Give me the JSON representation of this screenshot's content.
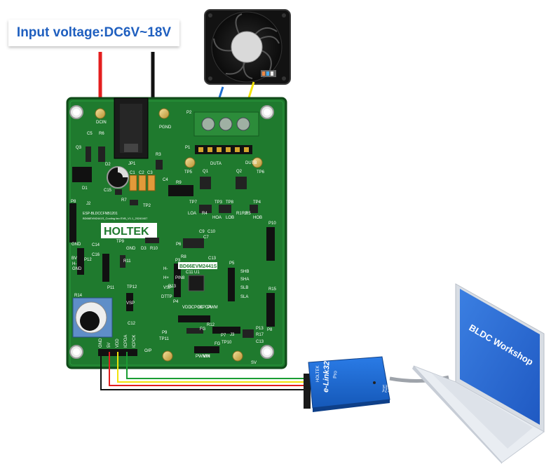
{
  "input_label": "Input voltage:DC6V~18V",
  "board": {
    "brand": "HOLTEK",
    "chip_label": "BD66EVM2441S",
    "silk_top": "ESP-BLDCCFNB1201",
    "silk_top2": "BD66EVM2441S_Cooling fan EVB_V1.1_20240407",
    "pin_labels": [
      "DCIN",
      "PGND",
      "P2",
      "P1",
      "DUTA",
      "DUTB",
      "TP5",
      "TP6",
      "Q1",
      "Q2",
      "JP1",
      "R3",
      "C1",
      "C2",
      "C3",
      "C4",
      "C5",
      "R6",
      "Q3",
      "D2",
      "D1",
      "C15",
      "R7",
      "TP2",
      "R9",
      "J2",
      "P8",
      "TP7",
      "TP3",
      "TP8",
      "TP4",
      "LOA",
      "HOA",
      "LOB",
      "HOB",
      "R1",
      "R2",
      "R4",
      "R5",
      "TP9",
      "GND",
      "D3",
      "R10",
      "P10",
      "C9",
      "C7",
      "C10",
      "C13",
      "P6",
      "R8",
      "C11",
      "PIN8",
      "U1",
      "P5",
      "SHB",
      "SHA",
      "SLB",
      "SLA",
      "P3",
      "H-",
      "H+",
      "VSP",
      "DTTP",
      "R13",
      "C14",
      "C16",
      "R11",
      "P11",
      "P12",
      "TP12",
      "VSP",
      "R14",
      "C12",
      "P4",
      "VDD",
      "ICPCK",
      "ICPDA",
      "PWM",
      "FG",
      "R12",
      "P9",
      "TP11",
      "PWMIN",
      "TP10",
      "FG",
      "O/P",
      "P7",
      "VM",
      "J3",
      "SV",
      "P13",
      "R17",
      "C13",
      "R15",
      "P8",
      "GND",
      "GND",
      "BV",
      "H-",
      "H+"
    ],
    "pins_p7": [
      "GND",
      "5V",
      "VDD",
      "ICPDA",
      "ICPCK"
    ]
  },
  "eLink": {
    "brand": "HOLTEK",
    "name": "e-Link32",
    "model": "Pro",
    "status_labels": [
      "Target",
      "Power",
      "Active"
    ]
  },
  "laptop": {
    "screen_text": "BLDC Workshop"
  },
  "colors": {
    "pcb": "#1f7a2e",
    "pcb_edge": "#145a20",
    "silk": "#ffffff",
    "wire_red": "#e41e1e",
    "wire_black": "#111111",
    "wire_blue": "#1e6fd0",
    "wire_yellow": "#f2e30a",
    "wire_green": "#1a9d33",
    "elink": "#1b6fd6",
    "screen": "#2f6fd8",
    "laptop_body": "#e5e9ef"
  }
}
